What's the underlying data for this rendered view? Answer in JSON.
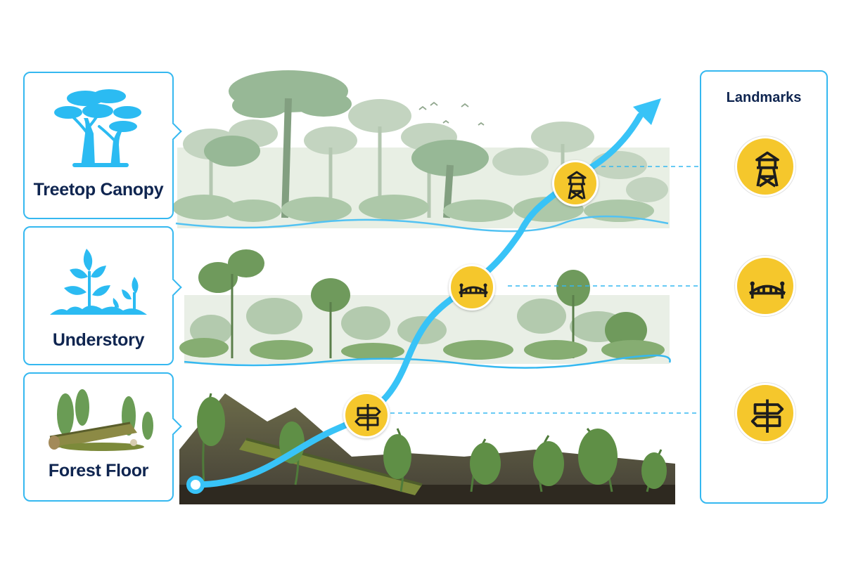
{
  "layers": [
    {
      "label": "Treetop Canopy",
      "icon": "canopy-tree-icon"
    },
    {
      "label": "Understory",
      "icon": "sprout-icon"
    },
    {
      "label": "Forest Floor",
      "icon": "fern-log-icon"
    }
  ],
  "landmarks": {
    "title": "Landmarks",
    "items": [
      {
        "icon": "watchtower-icon"
      },
      {
        "icon": "bridge-icon"
      },
      {
        "icon": "signpost-icon"
      }
    ]
  },
  "colors": {
    "accent": "#35b8f0",
    "path": "#38c3f7",
    "badge": "#f5c72c",
    "text": "#0f2550"
  }
}
